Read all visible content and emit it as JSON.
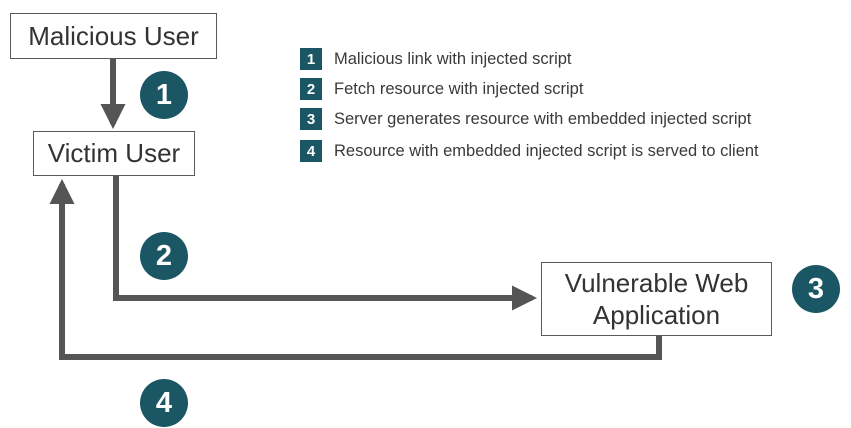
{
  "nodes": {
    "malicious_user": "Malicious User",
    "victim_user": "Victim User",
    "web_app_line1": "Vulnerable Web",
    "web_app_line2": "Application"
  },
  "step_markers": [
    "1",
    "2",
    "3",
    "4"
  ],
  "legend": [
    {
      "number": "1",
      "text": "Malicious link with injected script"
    },
    {
      "number": "2",
      "text": "Fetch resource with injected script"
    },
    {
      "number": "3",
      "text": "Server generates resource with embedded injected script"
    },
    {
      "number": "4",
      "text": "Resource with embedded injected script is served to client"
    }
  ],
  "colors": {
    "accent": "#1b5665",
    "arrow": "#555555",
    "box_border": "#5a5a5a"
  }
}
